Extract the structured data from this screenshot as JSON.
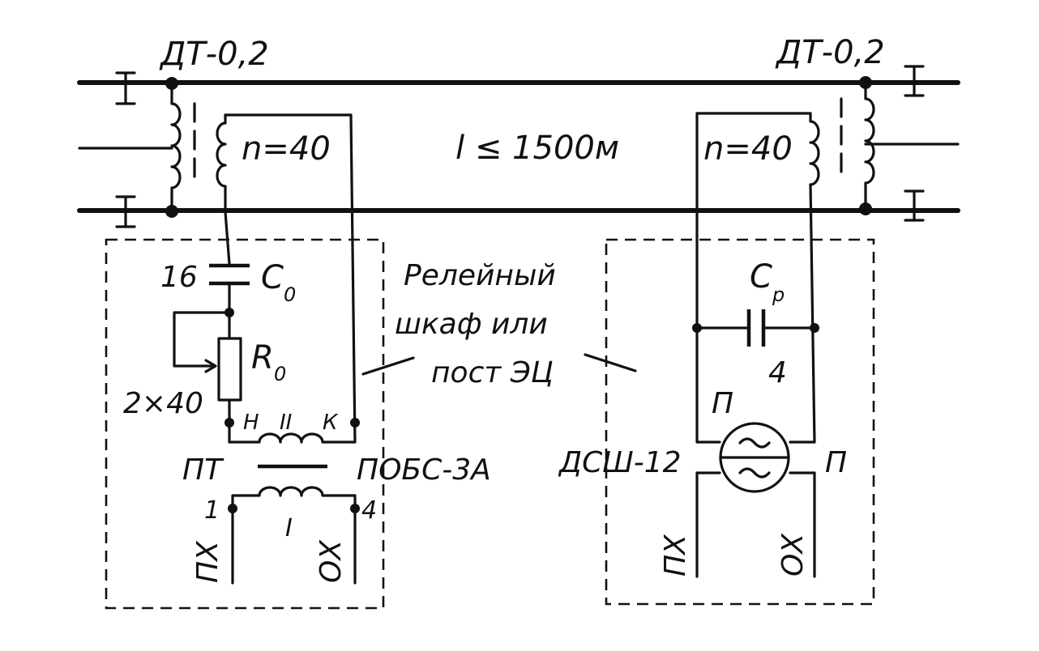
{
  "labels": {
    "dt_left": "ДТ-0,2",
    "dt_right": "ДТ-0,2",
    "n_left": "n=40",
    "n_right": "n=40",
    "length": "l ≤ 1500м",
    "c0_value": "16",
    "c0_name": "C",
    "c0_sub": "0",
    "r0_name": "R",
    "r0_sub": "0",
    "r0_value": "2×40",
    "winding_h": "Н",
    "winding_ii": "II",
    "winding_k": "К",
    "pt": "ПТ",
    "pobs": "ПОБС-3А",
    "winding_i": "I",
    "term_1": "1",
    "term_4": "4",
    "px_left": "ПХ",
    "ox_left": "ОХ",
    "relay_line1": "Релейный",
    "relay_line2": "шкаф или",
    "relay_line3": "пост ЭЦ",
    "cp_name": "C",
    "cp_sub": "p",
    "cp_value": "4",
    "p_top": "П",
    "dsh": "ДСШ-12",
    "p_right": "П",
    "px_right": "ПХ",
    "ox_right": "ОХ"
  }
}
